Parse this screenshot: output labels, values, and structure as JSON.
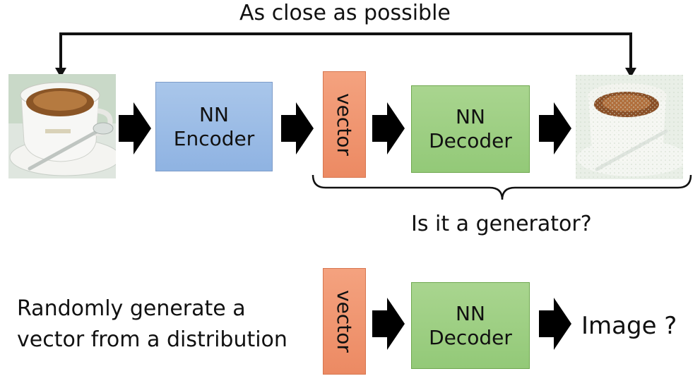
{
  "top_label": "As close as possible",
  "encoder": {
    "line1": "NN",
    "line2": "Encoder"
  },
  "vector_label": "vector",
  "decoder": {
    "line1": "NN",
    "line2": "Decoder"
  },
  "brace_label": "Is it a generator?",
  "bottom": {
    "text_line1": "Randomly generate a",
    "text_line2": "vector from a distribution",
    "vector_label": "vector",
    "decoder": {
      "line1": "NN",
      "line2": "Decoder"
    },
    "output_label": "Image ?"
  },
  "colors": {
    "encoder": "#9dbde6",
    "decoder": "#9dcf82",
    "vector": "#f09671",
    "arrow": "#000000"
  }
}
